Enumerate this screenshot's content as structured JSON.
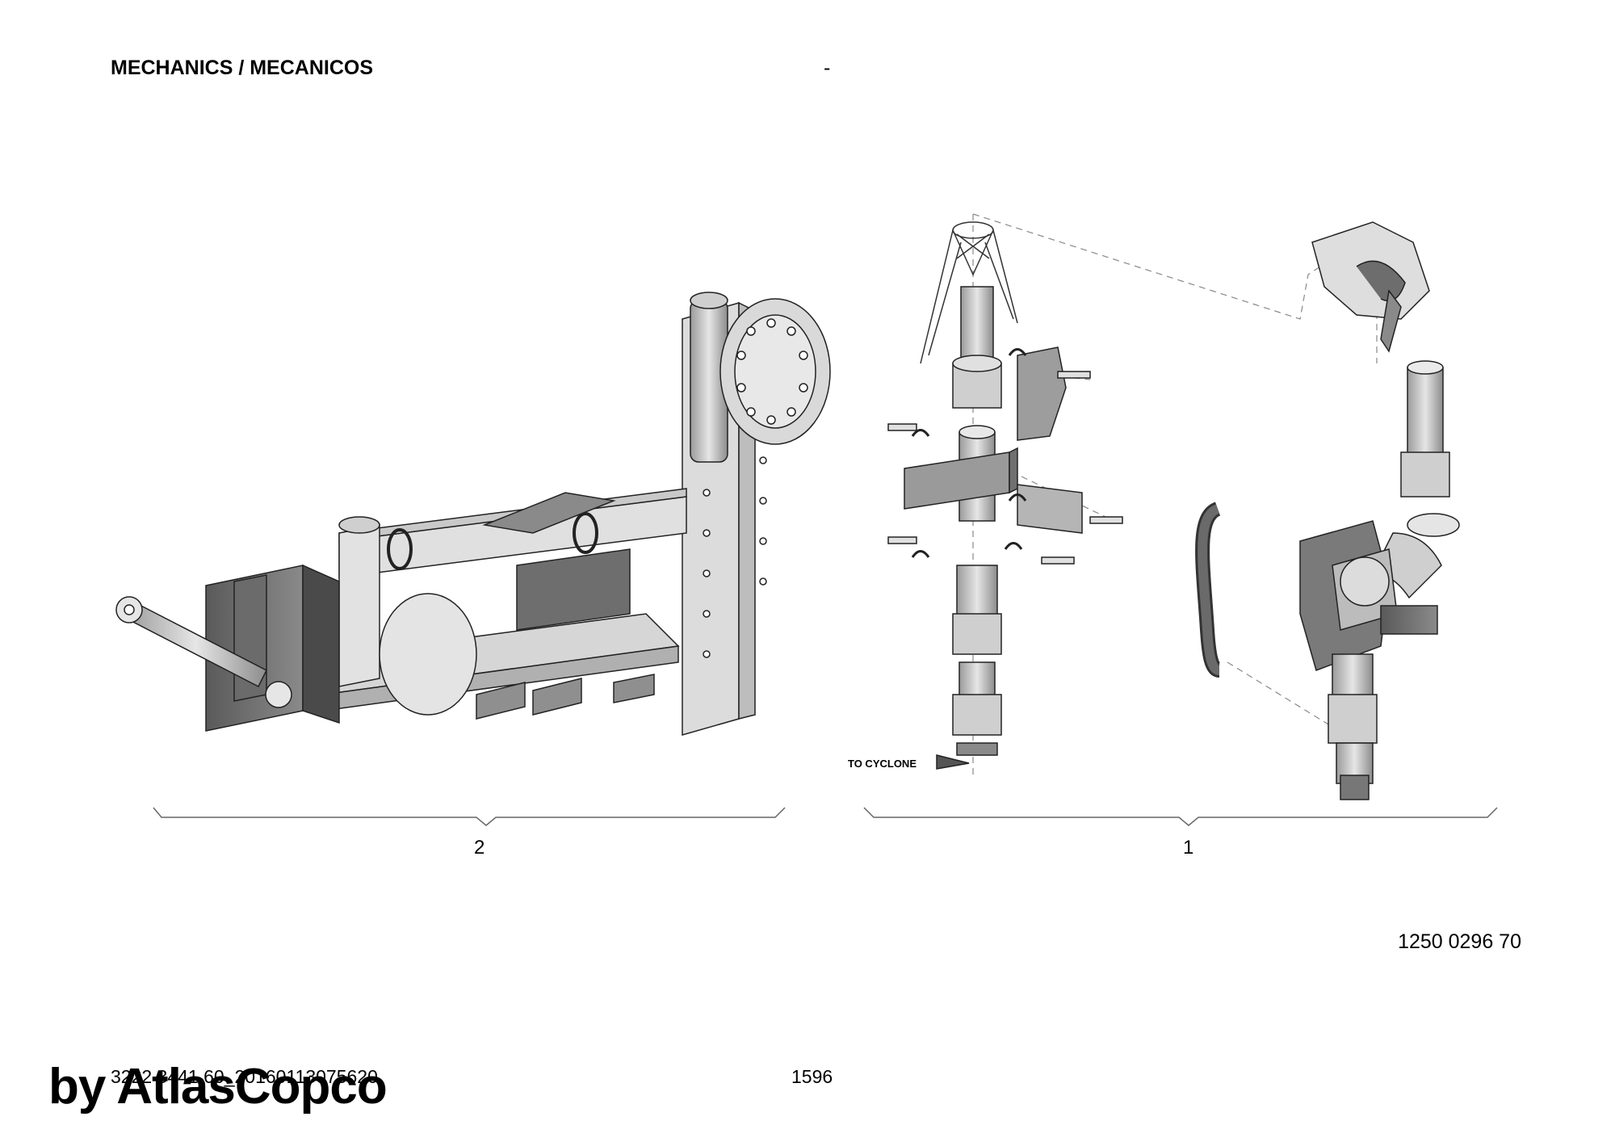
{
  "header": {
    "title": "MECHANICS / MECANICOS",
    "dash": "-"
  },
  "groups": [
    {
      "label": "2"
    },
    {
      "label": "1"
    }
  ],
  "callouts": {
    "to_cyclone": "TO CYCLONE"
  },
  "document_number": "1250 0296 70",
  "footer": {
    "code": "3222 3441 60_20160113075620",
    "page": "1596",
    "watermark": "by AtlasCopco"
  }
}
